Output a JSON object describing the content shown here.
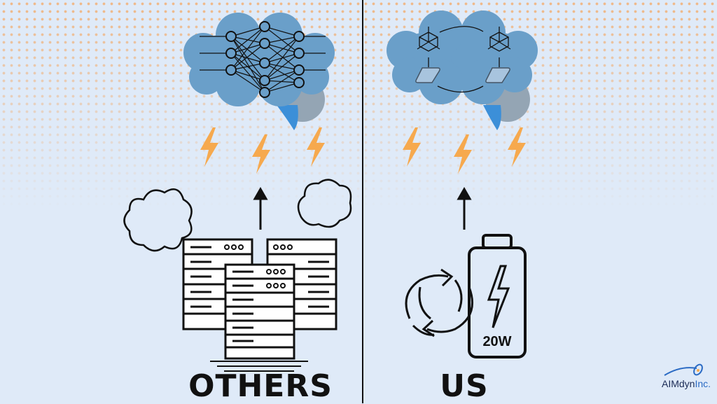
{
  "left_panel": {
    "label": "OTHERS"
  },
  "right_panel": {
    "label": "US",
    "battery_label": "20W"
  },
  "logo": {
    "name": "AIMdyn",
    "suffix": "Inc."
  },
  "colors": {
    "background": "#dfeaf8",
    "dots": "#f0b27a",
    "brain": "#6a9fc9",
    "bolt": "#f6a94e",
    "ink": "#111111"
  }
}
